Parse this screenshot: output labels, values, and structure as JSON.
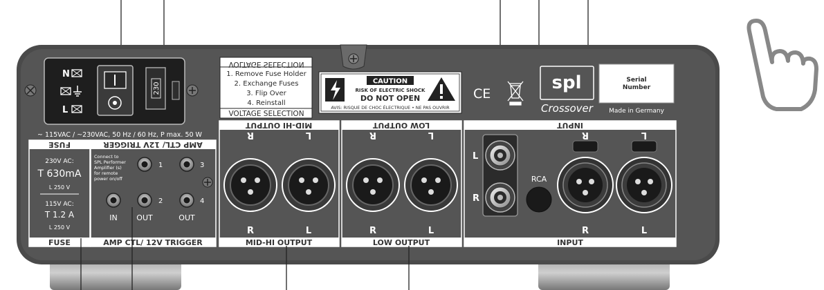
{
  "power": {
    "n_label": "N",
    "l_label": "L",
    "fuse_holder_value": "230",
    "rating_line": "~ 115VAC / ~230VAC, 50 Hz / 60 Hz, P max. 50 W"
  },
  "voltage_selection": {
    "title_mirrored": "VOLTAGE SELECTION",
    "steps": [
      "1. Remove Fuse Holder",
      "2. Exchange Fuses",
      "3. Flip Over",
      "4. Reinstall"
    ],
    "title": "VOLTAGE SELECTION"
  },
  "caution": {
    "title": "CAUTION",
    "line1": "RISK OF ELECTRIC SHOCK",
    "line2": "DO NOT OPEN",
    "line3": "AVIS: RISQUE DE CHOC ÉLECTRIQUE • NE PAS OUVRIR"
  },
  "ce_mark": "CE",
  "brand": {
    "logo": "spl",
    "product": "Crossover",
    "made_in": "Made in Germany"
  },
  "serial": {
    "line1": "Serial",
    "line2": "Number"
  },
  "fuse": {
    "header": "FUSE",
    "v230": "230V AC:",
    "t230": "T 630mA",
    "l230": "L 250 V",
    "v115": "115V AC:",
    "t115": "T 1.2 A",
    "l115": "L 250 V",
    "footer": "FUSE"
  },
  "trigger": {
    "header": "AMP CTL/ 12V TRIGGER",
    "note": [
      "Connect to",
      "SPL Performer",
      "Amplifier (s)",
      "for remote",
      "power on/off"
    ],
    "n1": "1",
    "n2": "2",
    "n3": "3",
    "n4": "4",
    "in": "IN",
    "out1": "OUT",
    "out2": "OUT",
    "footer": "AMP CTL/ 12V TRIGGER"
  },
  "midhi": {
    "header": "MID-HI OUTPUT",
    "top_r": "R",
    "top_l": "L",
    "bot_r": "R",
    "bot_l": "L",
    "footer": "MID-HI OUTPUT"
  },
  "low": {
    "header": "LOW OUTPUT",
    "top_r": "R",
    "top_l": "L",
    "bot_r": "R",
    "bot_l": "L",
    "footer": "LOW OUTPUT"
  },
  "input": {
    "header": "INPUT",
    "rca_l": "L",
    "rca_r": "R",
    "rca_label": "RCA",
    "top_r": "R",
    "top_l": "L",
    "bot_r": "R",
    "bot_l": "L",
    "footer": "INPUT"
  }
}
